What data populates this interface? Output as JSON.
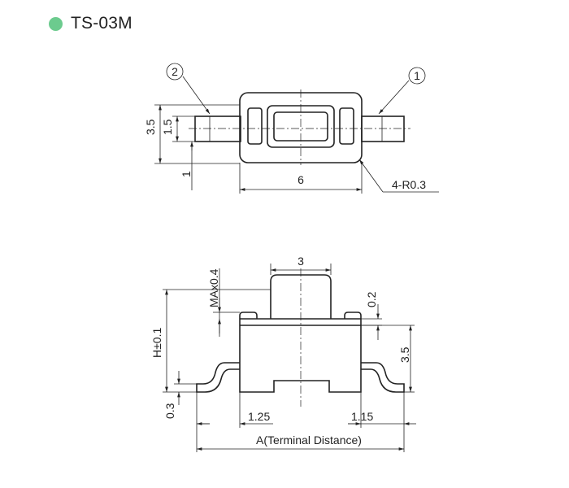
{
  "header": {
    "title": "TS-03M",
    "accent_color": "#6ccb8e"
  },
  "top_view": {
    "callout_1": "1",
    "callout_2": "2",
    "dim_height_outer": "3.5",
    "dim_height_inner": "1.5",
    "dim_offset": "1",
    "dim_width": "6",
    "corner_radius_note": "4-R0.3"
  },
  "side_view": {
    "dim_button_width": "3",
    "dim_button_travel": "MAx0.4",
    "dim_step": "0.2",
    "dim_total_height": "H±0.1",
    "dim_body_height": "3.5",
    "dim_terminal_thickness": "0.3",
    "dim_left_terminal": "1.25",
    "dim_right_terminal": "1.15",
    "dim_terminal_distance": "A(Terminal Distance)"
  }
}
